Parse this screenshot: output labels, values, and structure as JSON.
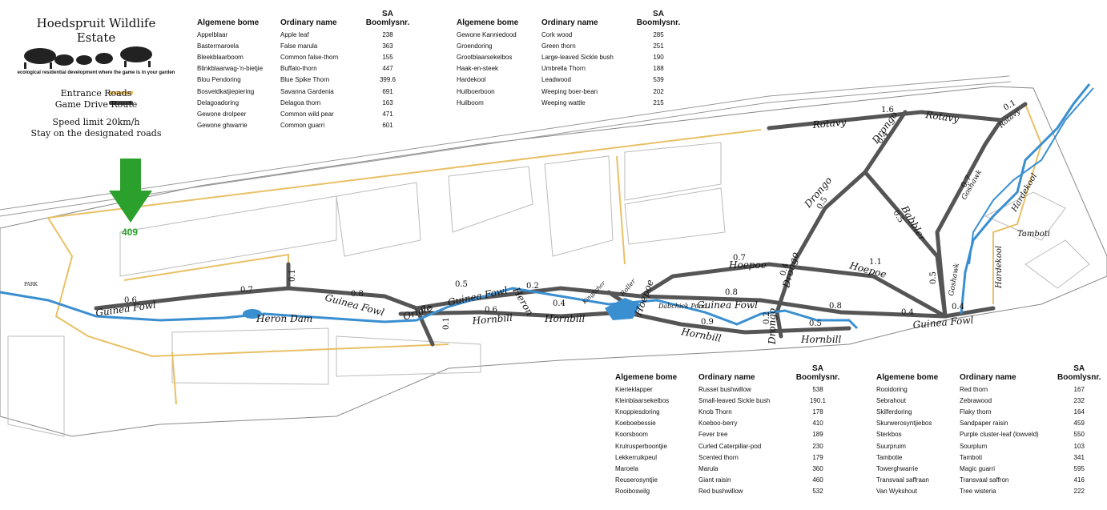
{
  "estate": {
    "title": "Hoedspruit Wildlife Estate",
    "subtitle": "ecological residential development where the game is in your garden"
  },
  "legend": {
    "entrance_roads": "Entrance Roads",
    "game_drive_route": "Game Drive Route",
    "speed_limit": "Speed limit 20km/h",
    "stay_on_roads": "Stay on the designated roads",
    "entrance_color": "#e8c065",
    "game_drive_color": "#444444"
  },
  "marker": {
    "plot_number": "409",
    "arrow_color": "#2ca02c"
  },
  "map_labels": {
    "heron_dam": "Heron Dam",
    "dabchick_pond": "Dabchick Pond",
    "park": "PARK",
    "roads": [
      "Guinea Fowl",
      "Guinea Fowl",
      "Guinea Fowl",
      "Guinea Fowl",
      "Guinea Fowl",
      "Oriole",
      "Hornbill",
      "Hornbill",
      "Hornbill",
      "Hornbill",
      "Heron",
      "Hoepoe",
      "Hoepoe",
      "Hoepoe",
      "Drongo",
      "Drongo",
      "Drongo",
      "Drongo",
      "Babbler",
      "Roller",
      "Rotavy",
      "Rotavy",
      "Rotavy",
      "Goshawk",
      "Goshawk",
      "Hardekool",
      "Hardekool",
      "Tamboti",
      "Kingfisher"
    ],
    "distances": [
      "0.6",
      "0.7",
      "0.1",
      "0.8",
      "0.5",
      "0.2",
      "0.6",
      "0.2",
      "0.4",
      "0.1",
      "0.9",
      "0.8",
      "0.7",
      "1.1",
      "0.4",
      "0.2",
      "0.5",
      "0.8",
      "0.4",
      "0.4",
      "0.5",
      "0.5",
      "0.7",
      "0.1",
      "1.6",
      "0.4",
      "0.5"
    ]
  },
  "tree_tables": {
    "headers": {
      "afrikaans": "Algemene bome",
      "english": "Ordinary name",
      "sa_number": "SA Boomlysnr."
    },
    "table1": [
      [
        "Appelblaar",
        "Apple leaf",
        "238"
      ],
      [
        "Bastermaroela",
        "False marula",
        "363"
      ],
      [
        "Bleekblaarboom",
        "Common false-thorn",
        "155"
      ],
      [
        "Blinkblaarwag-'n-bietjie",
        "Buffalo-thorn",
        "447"
      ],
      [
        "Blou Pendoring",
        "Blue Spike Thorn",
        "399.6"
      ],
      [
        "Bosveldkatjiepiering",
        "Savanna Gardenia",
        "691"
      ],
      [
        "Delagoadoring",
        "Delagoa thorn",
        "163"
      ],
      [
        "Gewone drolpeer",
        "Common wild pear",
        "471"
      ],
      [
        "Gewone ghwarrie",
        "Common guarri",
        "601"
      ]
    ],
    "table2": [
      [
        "Gewone Kanniedood",
        "Cork wood",
        "285"
      ],
      [
        "Groendoring",
        "Green thorn",
        "251"
      ],
      [
        "Grootblaarsekelbos",
        "Large-leaved Sickle bush",
        "190"
      ],
      [
        "Haak-en-steek",
        "Umbrella Thorn",
        "188"
      ],
      [
        "Hardekool",
        "Leadwood",
        "539"
      ],
      [
        "Huilboerboon",
        "Weeping boer-bean",
        "202"
      ],
      [
        "Huilboom",
        "Weeping wattle",
        "215"
      ]
    ],
    "table3": [
      [
        "Kierieklapper",
        "Russet bushwillow",
        "538"
      ],
      [
        "Kleinblaarsekelbos",
        "Small-leaved Sickle bush",
        "190.1"
      ],
      [
        "Knoppiesdoring",
        "Knob Thorn",
        "178"
      ],
      [
        "Koeboebessie",
        "Koeboo-berry",
        "410"
      ],
      [
        "Koorsboom",
        "Fever tree",
        "189"
      ],
      [
        "Krulrusperboontjie",
        "Curled Caterpillar-pod",
        "230"
      ],
      [
        "Lekkerruikpeul",
        "Scented thorn",
        "179"
      ],
      [
        "Maroela",
        "Marula",
        "360"
      ],
      [
        "Reuserosyntjie",
        "Giant raisin",
        "460"
      ],
      [
        "Rooiboswilg",
        "Red bushwillow",
        "532"
      ]
    ],
    "table4": [
      [
        "Rooidoring",
        "Red thorn",
        "167"
      ],
      [
        "Sebrahout",
        "Zebrawood",
        "232"
      ],
      [
        "Skilferdoring",
        "Flaky thorn",
        "164"
      ],
      [
        "Skurwerosyntjiebos",
        "Sandpaper raisin",
        "459"
      ],
      [
        "Sterkbos",
        "Purple cluster-leaf (lowveld)",
        "550"
      ],
      [
        "Suurpruim",
        "Sourplum",
        "103"
      ],
      [
        "Tambotie",
        "Tamboti",
        "341"
      ],
      [
        "Towerghwarrie",
        "Magic guarri",
        "595"
      ],
      [
        "Transvaal saffraan",
        "Transvaal saffron",
        "416"
      ],
      [
        "Van Wykshout",
        "Tree wisteria",
        "222"
      ]
    ]
  },
  "colors": {
    "river": "#3a8fd0",
    "plot_outline": "#bbbbbb",
    "boundary": "#777777"
  }
}
